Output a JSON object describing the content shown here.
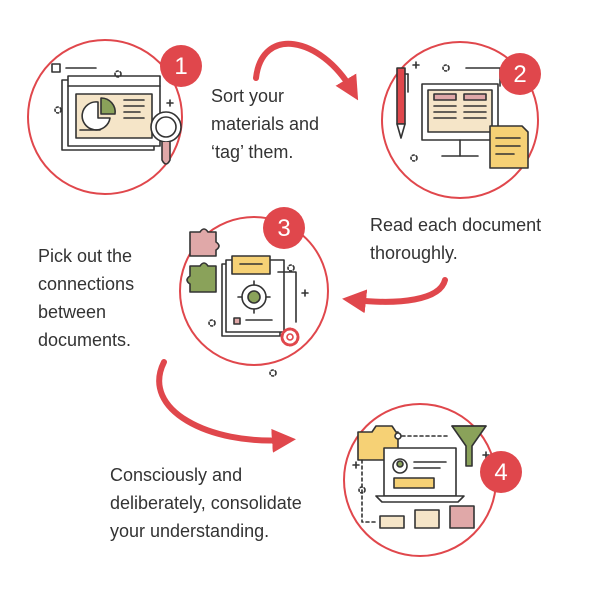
{
  "steps": [
    {
      "number": "1",
      "lines": [
        "Sort your",
        "materials and",
        "‘tag’ them."
      ]
    },
    {
      "number": "2",
      "lines": [
        "Read each document",
        "thoroughly."
      ]
    },
    {
      "number": "3",
      "lines": [
        "Pick out the",
        "connections",
        "between",
        "documents."
      ]
    },
    {
      "number": "4",
      "lines": [
        "Consciously and",
        "deliberately, consolidate",
        "your understanding."
      ]
    }
  ],
  "colors": {
    "accent": "#e0474c",
    "ink": "#333333",
    "paper": "#f5e5c8",
    "green": "#8aa25a",
    "pink": "#e0a8a8",
    "yellow": "#f6d175"
  }
}
